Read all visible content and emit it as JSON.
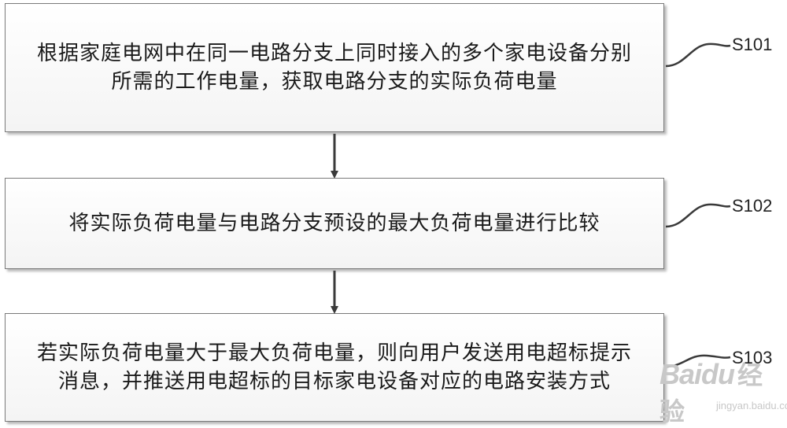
{
  "steps": [
    {
      "id": "S101",
      "label": "S101",
      "text": "根据家庭电网中在同一电路分支上同时接入的多个家电设备分别\n所需的工作电量，获取电路分支的实际负荷电量"
    },
    {
      "id": "S102",
      "label": "S102",
      "text": "将实际负荷电量与电路分支预设的最大负荷电量进行比较"
    },
    {
      "id": "S103",
      "label": "S103",
      "text": "若实际负荷电量大于最大负荷电量，则向用户发送用电超标提示\n消息，并推送用电超标的目标家电设备对应的电路安装方式"
    }
  ],
  "watermark": {
    "brand": "Baidu",
    "cn": "经验",
    "url": "jingyan.baidu.com"
  },
  "colors": {
    "border": "#7a7a7a",
    "arrow": "#3a3a3a",
    "watermark": "#c8c8c8"
  }
}
